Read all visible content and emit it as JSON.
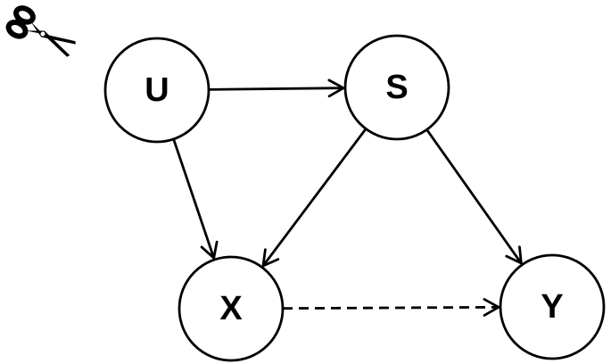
{
  "diagram": {
    "nodes": [
      {
        "id": "U",
        "label": "U"
      },
      {
        "id": "S",
        "label": "S"
      },
      {
        "id": "X",
        "label": "X"
      },
      {
        "id": "Y",
        "label": "Y"
      }
    ],
    "edges": [
      {
        "from": "U",
        "to": "S",
        "style": "solid"
      },
      {
        "from": "U",
        "to": "X",
        "style": "solid"
      },
      {
        "from": "S",
        "to": "X",
        "style": "solid"
      },
      {
        "from": "S",
        "to": "Y",
        "style": "solid"
      },
      {
        "from": "X",
        "to": "Y",
        "style": "dashed"
      }
    ],
    "icons": [
      {
        "name": "scissors-icon",
        "near": "U"
      }
    ]
  }
}
